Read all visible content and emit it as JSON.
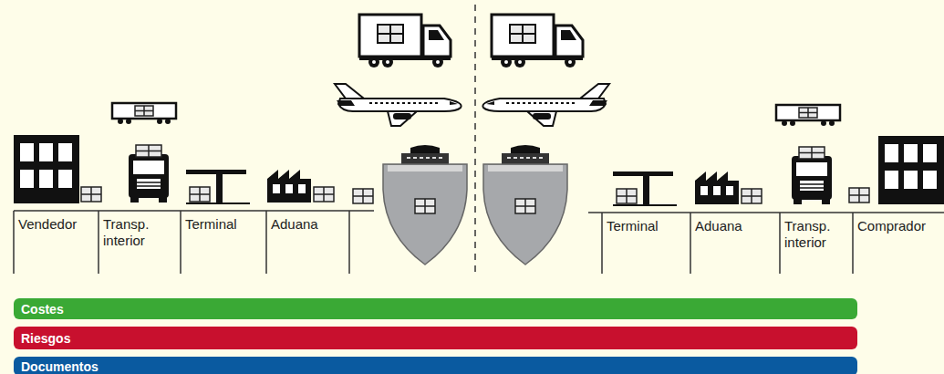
{
  "diagram": {
    "nodes": [
      {
        "text": [
          "Costes"
        ]
      },
      {
        "text": [
          "Riesgos"
        ]
      },
      {
        "text": [
          "Documentos"
        ]
      }
    ],
    "labels": [
      "Vendedor",
      "Transp. interior",
      "Terminal",
      "Aduana",
      "Terminal",
      "Aduana",
      "Transp. interior",
      "Comprador"
    ]
  }
}
